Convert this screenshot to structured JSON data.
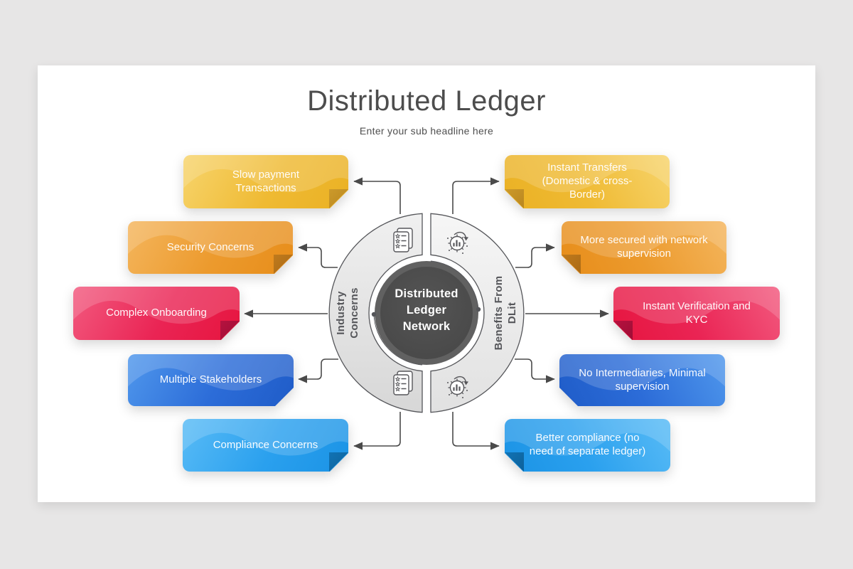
{
  "slide": {
    "title": "Distributed Ledger",
    "subtitle": "Enter your sub headline here"
  },
  "center": {
    "title": "Distributed\nLedger\nNetwork",
    "left_group_label": "Industry\nConcerns",
    "right_group_label": "Benefits From\nDLit",
    "icons": {
      "left_top": "checklist-icon",
      "left_bottom": "checklist-icon",
      "right_top": "growth-gear-icon",
      "right_bottom": "growth-gear-icon"
    }
  },
  "banners": {
    "left": [
      {
        "label": "Slow payment Transactions",
        "color": "#eeb62e"
      },
      {
        "label": "Security Concerns",
        "color": "#e9911f"
      },
      {
        "label": "Complex Onboarding",
        "color": "#e81a4d"
      },
      {
        "label": "Multiple Stakeholders",
        "color": "#2564cf"
      },
      {
        "label": "Compliance Concerns",
        "color": "#2299ea"
      }
    ],
    "right": [
      {
        "label": "Instant Transfers (Domestic & cross- Border)",
        "color": "#eeb62e"
      },
      {
        "label": "More secured with network supervision",
        "color": "#e9911f"
      },
      {
        "label": "Instant Verification and KYC",
        "color": "#e81a4d"
      },
      {
        "label": "No Intermediaries, Minimal supervision",
        "color": "#2564cf"
      },
      {
        "label": "Better compliance (no need of separate ledger)",
        "color": "#2299ea"
      }
    ]
  },
  "colors": {
    "background": "#e7e6e6",
    "slide": "#ffffff",
    "title_text": "#4d4d4d",
    "banner_text": "#ffffff",
    "ring_fill": "#e9e9e9",
    "center_circle": "#4c4c4c",
    "connector": "#4a4a4a"
  }
}
